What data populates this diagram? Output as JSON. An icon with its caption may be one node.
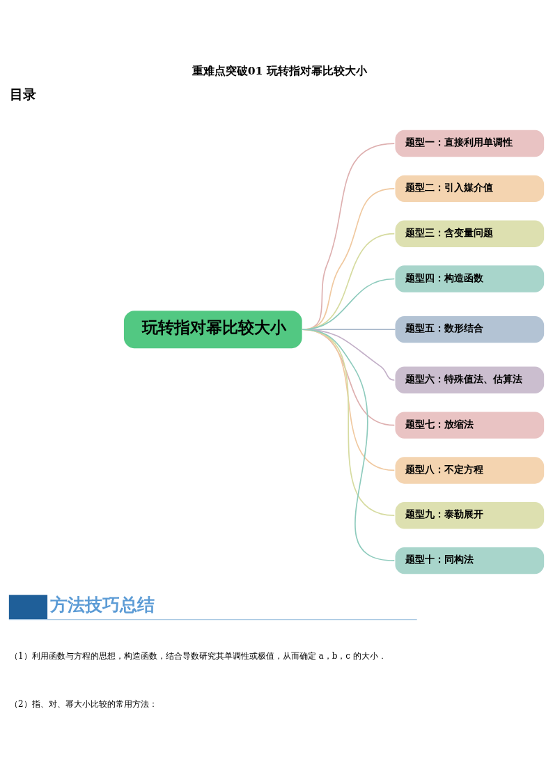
{
  "diagram": {
    "title": "重难点突破01 玩转指对幂比较大小",
    "nodes": [
      {
        "text": [
          "玩转指对幂比较大小"
        ]
      },
      {
        "text": [
          "题型一：直接利用单调性"
        ]
      },
      {
        "text": [
          "题型二：引入媒介值"
        ]
      },
      {
        "text": [
          "题型三：含变量问题"
        ]
      },
      {
        "text": [
          "题型四：构造函数"
        ]
      },
      {
        "text": [
          "题型五：数形结合"
        ]
      },
      {
        "text": [
          "题型六：特殊值法、估算法"
        ]
      },
      {
        "text": [
          "题型七：放缩法"
        ]
      },
      {
        "text": [
          "题型八：不定方程"
        ]
      },
      {
        "text": [
          "题型九：泰勒展开"
        ]
      },
      {
        "text": [
          "题型十：同构法"
        ]
      }
    ],
    "edges": [
      {
        "from": 0,
        "to": 1,
        "arrow": "none",
        "color": "#deb0b0"
      },
      {
        "from": 0,
        "to": 2,
        "arrow": "none",
        "color": "#f0c9a0"
      },
      {
        "from": 0,
        "to": 3,
        "arrow": "none",
        "color": "#d6dba0"
      },
      {
        "from": 0,
        "to": 4,
        "arrow": "none",
        "color": "#8ecbbd"
      },
      {
        "from": 0,
        "to": 5,
        "arrow": "none",
        "color": "#a9b8cb"
      },
      {
        "from": 0,
        "to": 6,
        "arrow": "none",
        "color": "#c3b0c8"
      },
      {
        "from": 0,
        "to": 7,
        "arrow": "none",
        "color": "#deb0b0"
      },
      {
        "from": 0,
        "to": 8,
        "arrow": "none",
        "color": "#f0c9a0"
      },
      {
        "from": 0,
        "to": 9,
        "arrow": "none",
        "color": "#d6dba0"
      },
      {
        "from": 0,
        "to": 10,
        "arrow": "none",
        "color": "#8ecbbd"
      }
    ],
    "labels": [
      "目录",
      "方法技巧总结",
      "（1）利用函数与方程的思想，构造函数，结合导数研究其单调性或极值，从而确定 a，b，c 的大小．",
      "（2）指、对、幂大小比较的常用方法："
    ]
  }
}
